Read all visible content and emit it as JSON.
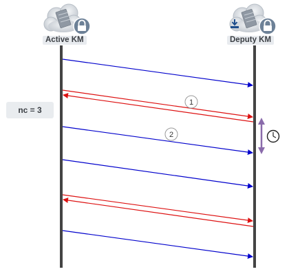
{
  "nodes": {
    "active": {
      "label": "Active KM"
    },
    "deputy": {
      "label": "Deputy KM"
    }
  },
  "annotation": {
    "nc": "nc = 3"
  },
  "markers": {
    "one": "1",
    "two": "2"
  },
  "colors": {
    "request": "#0000cc",
    "response": "#dd1111",
    "lifeline": "#444444",
    "timer": "#8a6bab"
  }
}
